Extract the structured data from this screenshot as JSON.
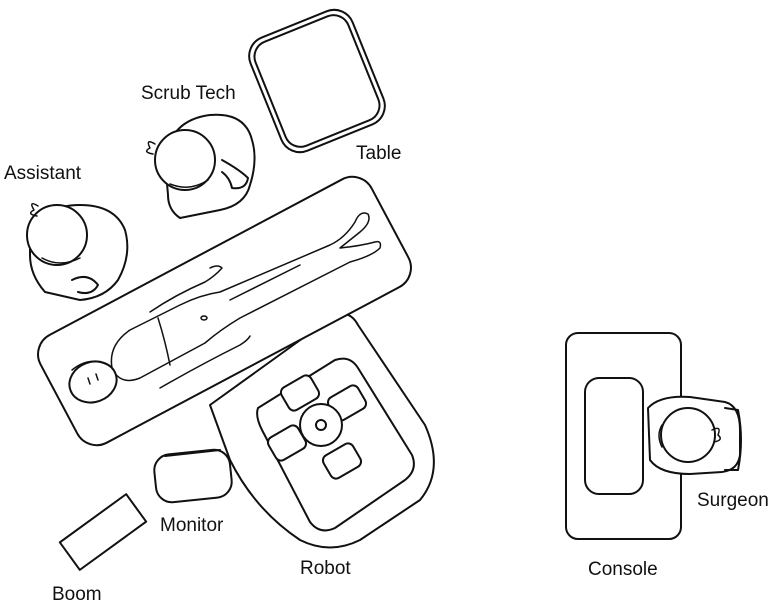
{
  "labels": {
    "scrub_tech": "Scrub Tech",
    "assistant": "Assistant",
    "table": "Table",
    "monitor": "Monitor",
    "boom": "Boom",
    "robot": "Robot",
    "console": "Console",
    "surgeon": "Surgeon"
  },
  "icons": {
    "scrub_tech": "person-top-view-icon",
    "assistant": "person-top-view-icon",
    "surgeon": "person-top-view-icon",
    "patient": "patient-icon",
    "robot": "robot-cart-icon",
    "monitor": "monitor-icon",
    "boom": "boom-icon",
    "console": "console-icon",
    "table": "instrument-table-icon",
    "operating_table": "operating-table-icon"
  },
  "colors": {
    "line": "#111111",
    "background": "#ffffff"
  }
}
